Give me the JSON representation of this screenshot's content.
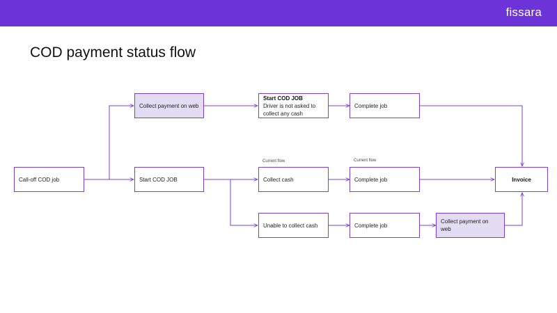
{
  "header": {
    "logo_text": "fissara",
    "bar_color": "#6c33d8"
  },
  "title": "COD payment status flow",
  "nodes": {
    "calloff": "Call-off COD job",
    "collect_web_top": "Collect payment on web",
    "start_top_heading": "Start  COD JOB",
    "start_top_body": "Driver is not asked to collect any cash",
    "complete_top": "Complete job",
    "start_mid": "Start COD JOB",
    "collect_cash": "Collect cash",
    "complete_mid": "Complete job",
    "invoice": "Invoice",
    "unable_cash": "Unable to collect cash",
    "complete_bottom": "Complete job",
    "collect_web_bottom": "Collect payment on web"
  },
  "notes": {
    "current_flow_1": "Current flow",
    "current_flow_2": "Current flow"
  },
  "colors": {
    "accent": "#7b3fd6",
    "shaded_fill": "#e3dcf3"
  }
}
